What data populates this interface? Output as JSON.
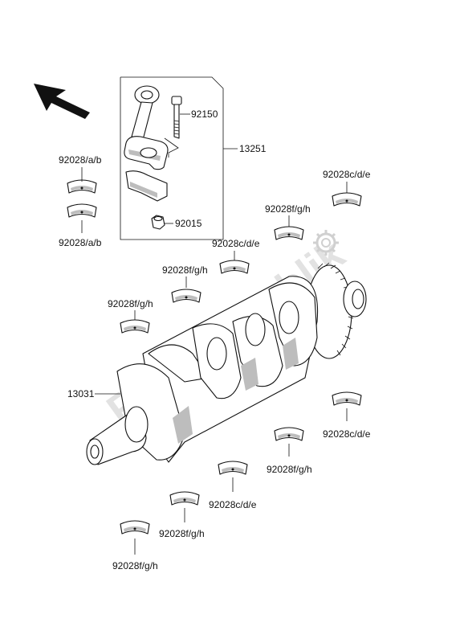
{
  "watermark": {
    "text": "PartsRepublik"
  },
  "labels": {
    "rod_assembly": "13251",
    "rod_bolt": "92150",
    "rod_nut": "92015",
    "crankshaft": "13031",
    "bearing_ab_top": "92028/a/b",
    "bearing_ab_bottom": "92028/a/b",
    "bearing_cde_1": "92028c/d/e",
    "bearing_cde_2": "92028c/d/e",
    "bearing_cde_3": "92028c/d/e",
    "bearing_cde_4": "92028c/d/e",
    "bearing_fgh_1": "92028f/g/h",
    "bearing_fgh_2": "92028f/g/h",
    "bearing_fgh_3": "92028f/g/h",
    "bearing_fgh_4": "92028f/g/h",
    "bearing_fgh_5": "92028f/g/h",
    "bearing_fgh_6": "92028f/g/h"
  },
  "icons": {
    "direction": "front-arrow-icon",
    "watermark_gear": "gear-icon"
  },
  "colors": {
    "line": "#111111",
    "watermark": "#e2e2e2"
  }
}
